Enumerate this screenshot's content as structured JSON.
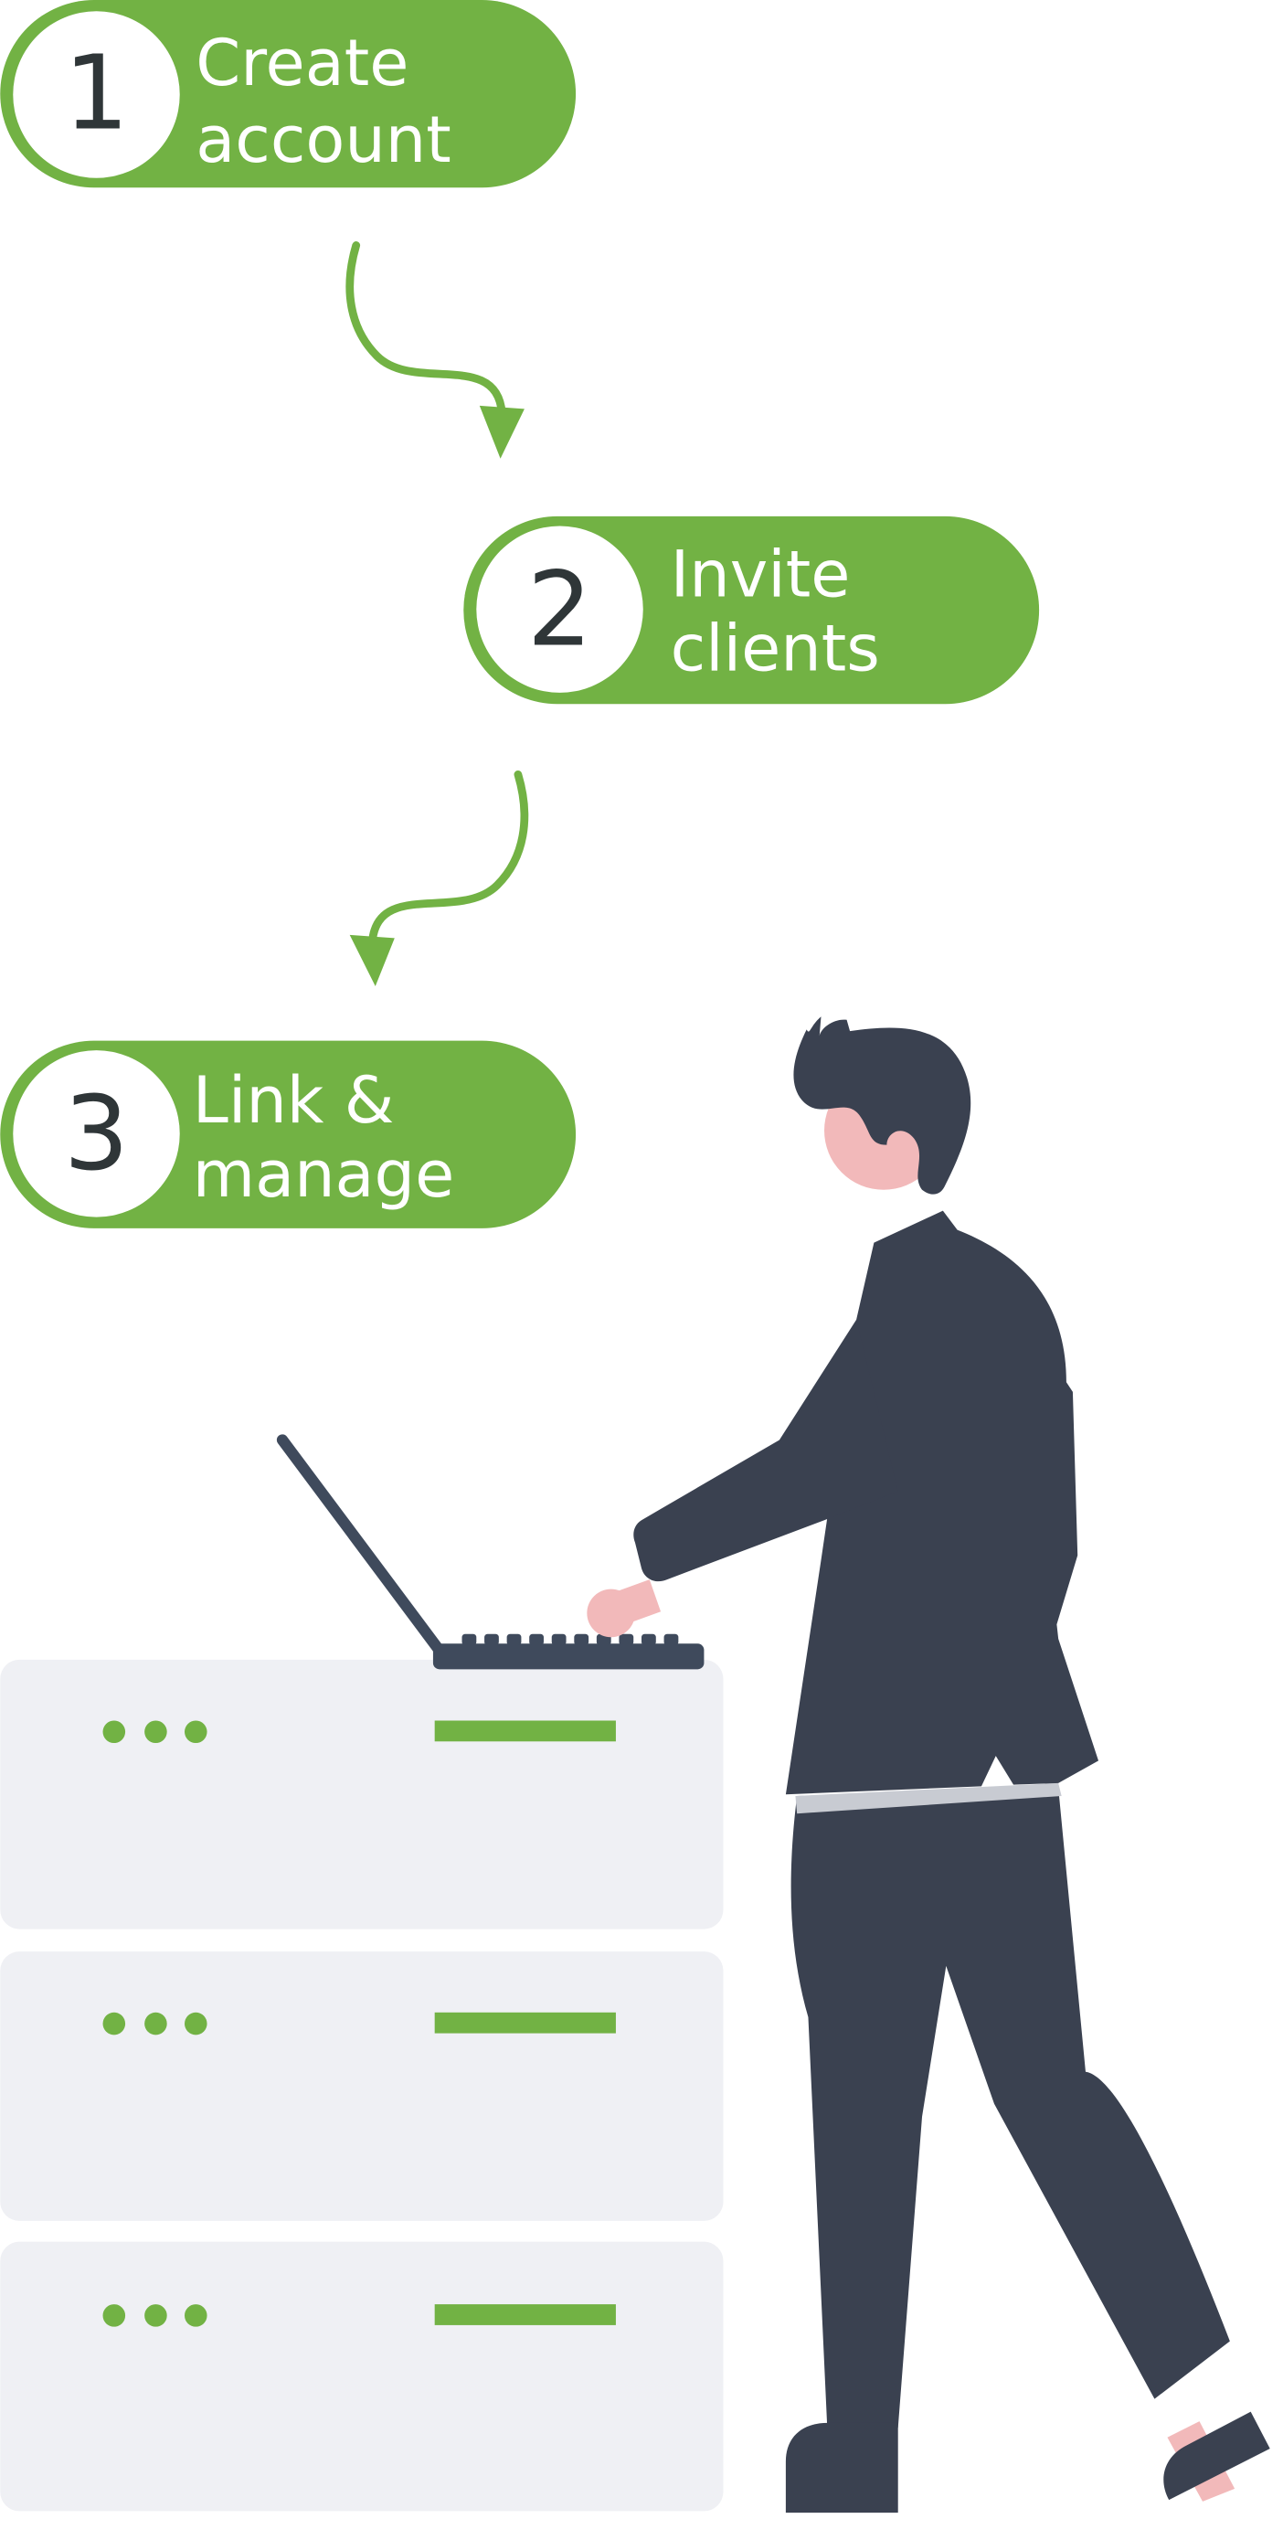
{
  "colors": {
    "accent": "#72b244",
    "dark": "#3a4150",
    "skin": "#f2b9ba",
    "server": "#eff0f4",
    "laptop": "#3f4a5c"
  },
  "steps": [
    {
      "number": "1",
      "line1": "Create",
      "line2": "account"
    },
    {
      "number": "2",
      "line1": "Invite",
      "line2": "clients"
    },
    {
      "number": "3",
      "line1": "Link &",
      "line2": "manage"
    }
  ],
  "icons": [
    "curved-arrow-icon",
    "curved-arrow-icon",
    "server-rack",
    "laptop",
    "person-illustration"
  ]
}
